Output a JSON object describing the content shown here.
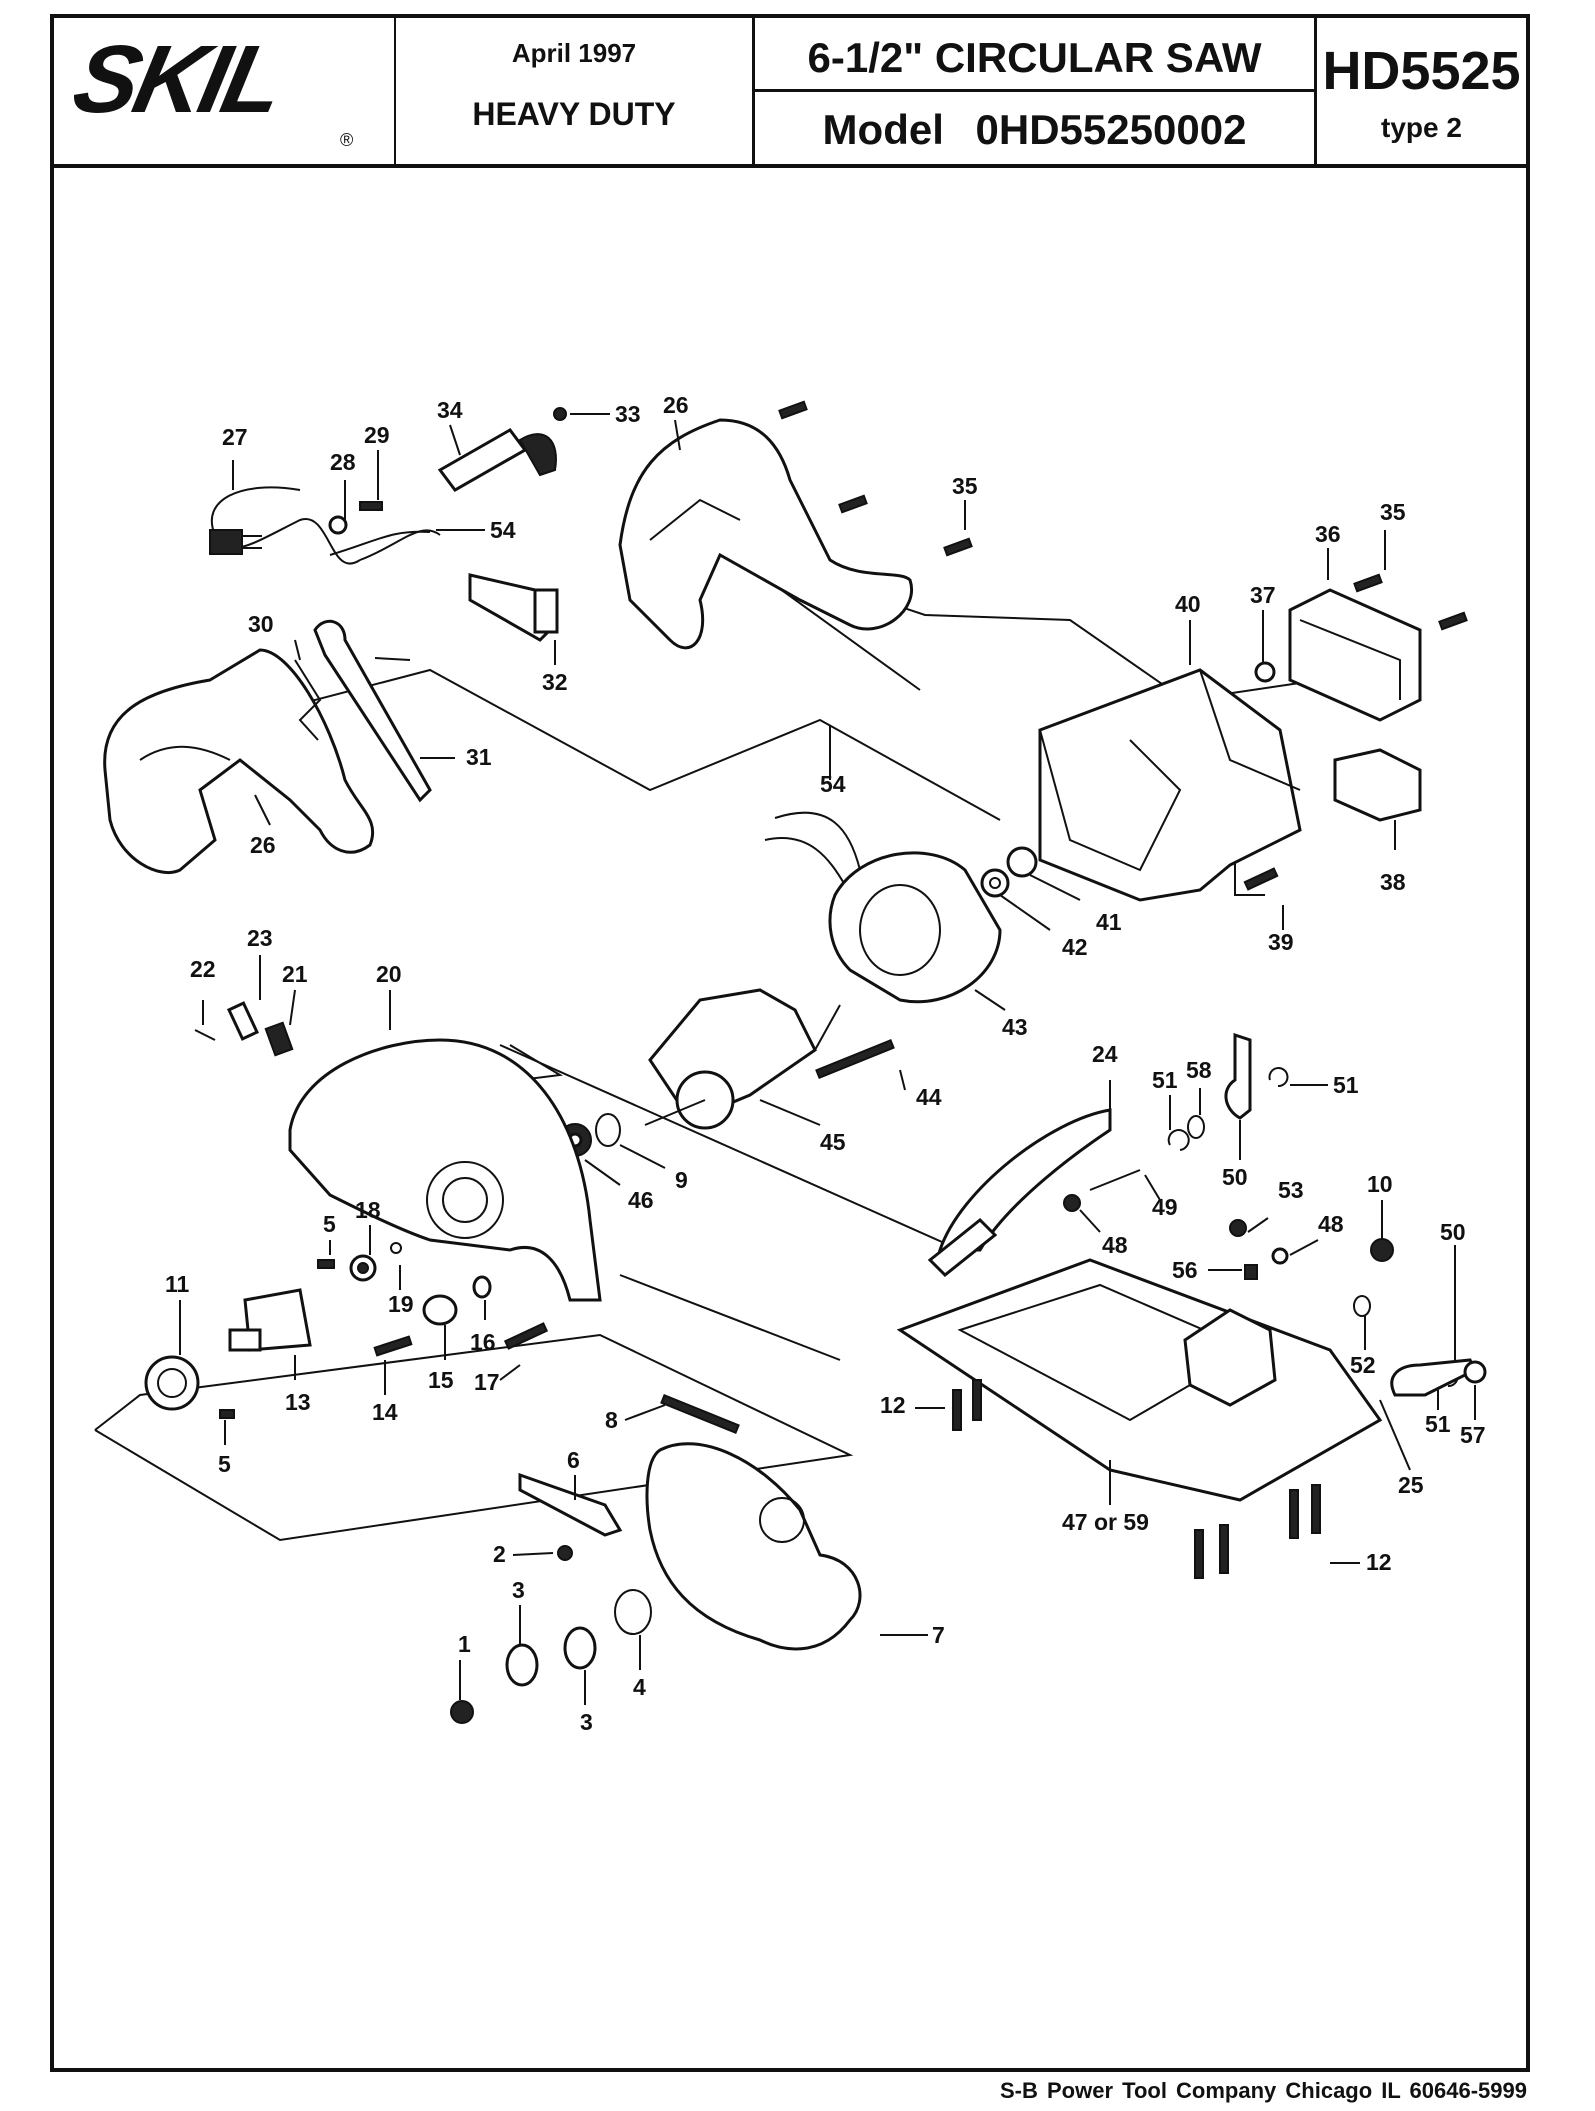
{
  "header": {
    "logo": "SKIL",
    "registered_mark": "®",
    "date": "April  1997",
    "duty": "HEAVY DUTY",
    "title": "6-1/2\" CIRCULAR SAW",
    "model_line": "Model   0HD55250002",
    "model_number": "HD5525",
    "model_type": "type 2"
  },
  "footer": "S-B Power Tool Company  Chicago IL 60646-5999",
  "part_labels": {
    "p1": "1",
    "p2": "2",
    "p3a": "3",
    "p3b": "3",
    "p4": "4",
    "p5a": "5",
    "p5b": "5",
    "p6": "6",
    "p7": "7",
    "p8": "8",
    "p9": "9",
    "p10": "10",
    "p11": "11",
    "p12a": "12",
    "p12b": "12",
    "p13": "13",
    "p14": "14",
    "p15": "15",
    "p16": "16",
    "p17": "17",
    "p18": "18",
    "p19": "19",
    "p20": "20",
    "p21": "21",
    "p22": "22",
    "p23": "23",
    "p24": "24",
    "p25": "25",
    "p26a": "26",
    "p26b": "26",
    "p27": "27",
    "p28": "28",
    "p29": "29",
    "p30": "30",
    "p31": "31",
    "p32": "32",
    "p33": "33",
    "p34": "34",
    "p35a": "35",
    "p35b": "35",
    "p36": "36",
    "p37": "37",
    "p38": "38",
    "p39": "39",
    "p40": "40",
    "p41": "41",
    "p42": "42",
    "p43": "43",
    "p44": "44",
    "p45": "45",
    "p46": "46",
    "p47": "47 or 59",
    "p48a": "48",
    "p48b": "48",
    "p49": "49",
    "p50a": "50",
    "p50b": "50",
    "p51a": "51",
    "p51b": "51",
    "p51c": "51",
    "p52": "52",
    "p53": "53",
    "p54a": "54",
    "p54b": "54",
    "p56": "56",
    "p57": "57",
    "p58": "58"
  }
}
